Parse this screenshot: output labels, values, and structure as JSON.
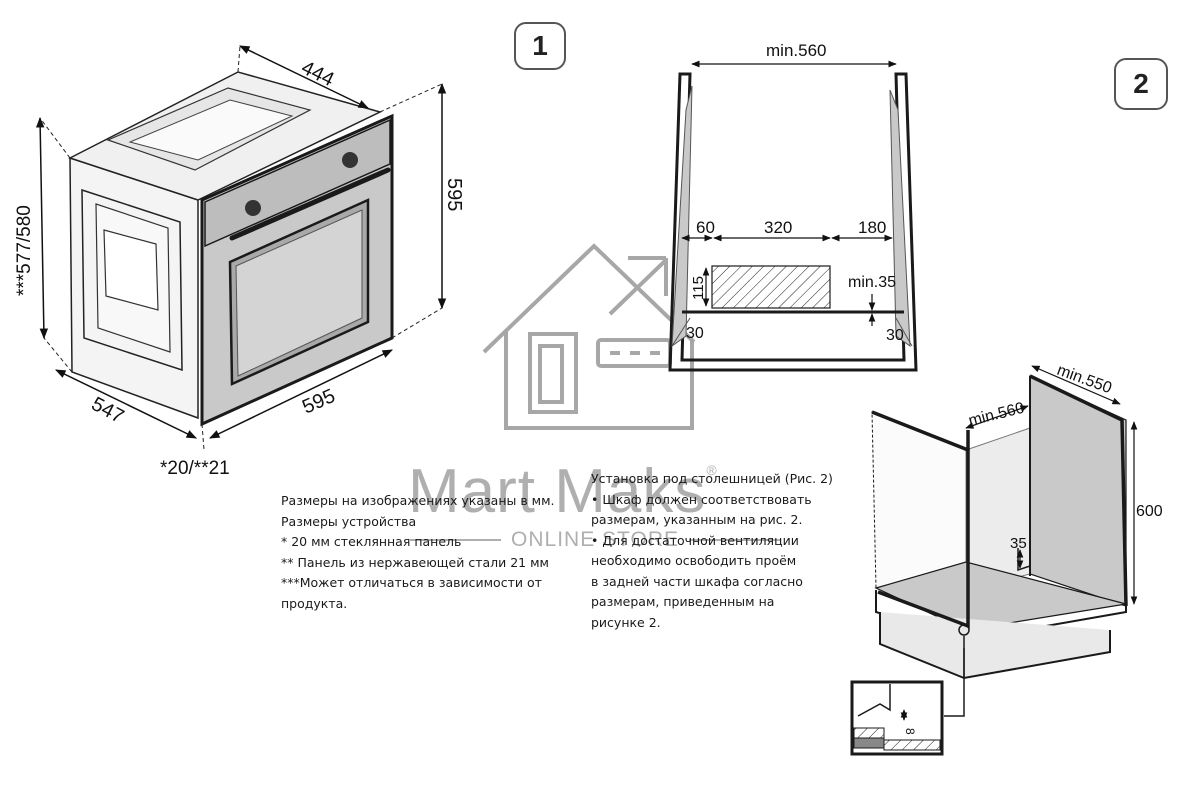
{
  "badges": {
    "fig1": "1",
    "fig2": "2"
  },
  "oven_dims": {
    "depth_top": "444",
    "height_front": "595",
    "height_side": "***577/580",
    "depth_bottom": "547",
    "width_bottom": "595",
    "panel": "*20/**21"
  },
  "cabinet_front": {
    "min_width": "min.560",
    "left": "60",
    "middle": "320",
    "right": "180",
    "vent_height": "115",
    "min_gap": "min.35",
    "offset_left": "30",
    "offset_right": "30"
  },
  "cabinet_3d": {
    "min_depth": "min.550",
    "min_width": "min.560",
    "height": "600",
    "inset": "35",
    "detail": "8"
  },
  "notes_left": [
    "Размеры на изображениях указаны в мм.",
    "Размеры устройства",
    "* 20 мм стеклянная панель",
    "** Панель из нержавеющей стали 21 мм",
    "***Может отличаться в зависимости от",
    "продукта."
  ],
  "notes_right": [
    "Установка под столешницей (Рис. 2)",
    "• Шкаф должен соответствовать",
    "размерам, указанным на рис. 2.",
    "• Для достаточной вентиляции",
    "необходимо освободить проём",
    "в задней части шкафа согласно",
    "размерам, приведенным на",
    "рисунке 2."
  ],
  "watermark": {
    "brand": "Mart Maks",
    "reg": "®",
    "sub": "ONLINE STORE"
  },
  "colors": {
    "line": "#1a1a1a",
    "panel": "#c9c9c9",
    "panel_dark": "#a9a9a9",
    "watermark": "#8a8a8a"
  }
}
